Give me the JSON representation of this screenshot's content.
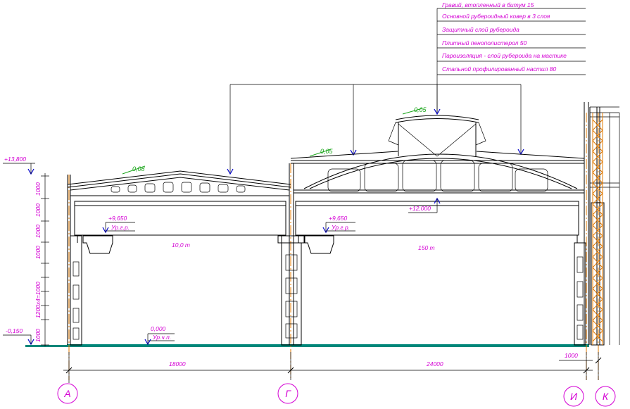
{
  "roof_layers": [
    "Гравий, втопленный в битум 15",
    "Основной рубероидный ковер в 3 слоя",
    "Защитный слой рубероида",
    "Плитный пенополистерол 50",
    "Пароизоляция -  слой рубероида на мастике",
    "Стальной профилированный настил 80"
  ],
  "levels": {
    "top": "+13,800",
    "ground": "-0,150",
    "floor_value": "0,000",
    "floor_label": "Ур.ч.п.",
    "crane_left_value": "+9,650",
    "crane_left_label": "Ур.г.р.",
    "crane_right_value": "+9,650",
    "crane_right_label": "Ур.г.р.",
    "truss_bottom": "+12,000"
  },
  "slopes": {
    "left_roof": "0,08",
    "right_roof": "0,05",
    "lantern": "0,05"
  },
  "cranes": {
    "left": "10,0 т",
    "right": "150 т"
  },
  "vertical_dims": [
    "1000",
    "1000",
    "1000",
    "1000",
    "1200x4=1000",
    "1000"
  ],
  "spans": {
    "left": "18000",
    "right": "24000",
    "end": "1000"
  },
  "axes": [
    "А",
    "Г",
    "И",
    "К"
  ],
  "colors": {
    "annotation": "#d400d4",
    "slope": "#1aa51a",
    "floor": "#00877a",
    "column_axis": "#e07800",
    "leader": "#0000c8"
  }
}
